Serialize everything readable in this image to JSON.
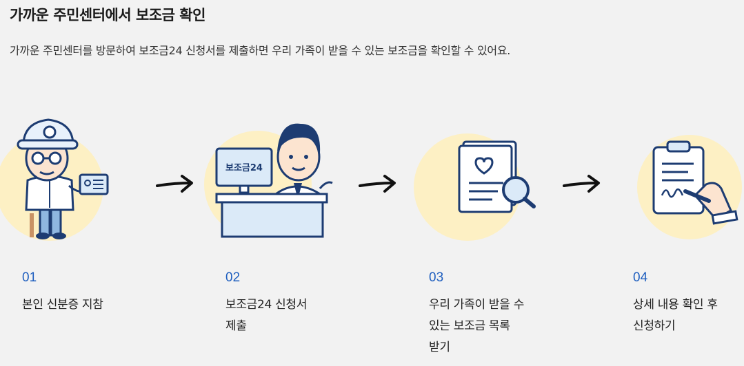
{
  "header": {
    "title": "가까운 주민센터에서 보조금 확인",
    "subtitle": "가까운 주민센터를 방문하여 보조금24 신청서를 제출하면 우리 가족이 받을 수 있는 보조금을 확인할 수 있어요."
  },
  "steps": [
    {
      "num": "01",
      "line1": "본인 신분증 지참",
      "line2": "",
      "line3": ""
    },
    {
      "num": "02",
      "line1": "보조금24 신청서",
      "line2": "제출",
      "line3": "",
      "monitor_label": "보조금24"
    },
    {
      "num": "03",
      "line1": "우리 가족이 받을 수",
      "line2": "있는 보조금 목록",
      "line3": "받기"
    },
    {
      "num": "04",
      "line1": "상세 내용 확인 후",
      "line2": "신청하기",
      "line3": ""
    }
  ],
  "colors": {
    "accent": "#1f5fbf",
    "circle": "#fdf0c4",
    "line": "#1d3c72"
  }
}
